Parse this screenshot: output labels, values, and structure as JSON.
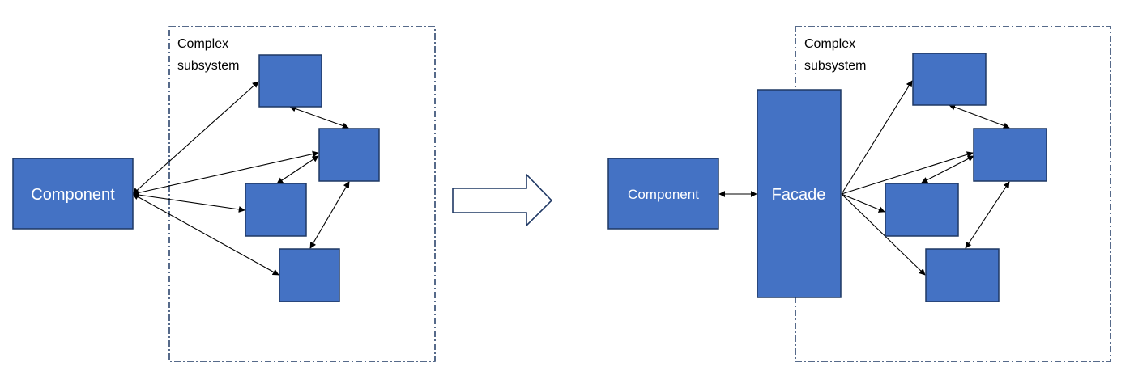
{
  "colors": {
    "box_fill": "#4472C4",
    "box_stroke": "#1F3864",
    "boundary_stroke": "#1F3864",
    "arrow_stroke": "#000000",
    "transition_arrow_stroke": "#1F3864"
  },
  "before": {
    "component_label": "Component",
    "subsystem_label_line1": "Complex",
    "subsystem_label_line2": "subsystem"
  },
  "after": {
    "component_label": "Component",
    "facade_label": "Facade",
    "subsystem_label_line1": "Complex",
    "subsystem_label_line2": "subsystem"
  },
  "transition_icon": "right-hollow-arrow-icon"
}
